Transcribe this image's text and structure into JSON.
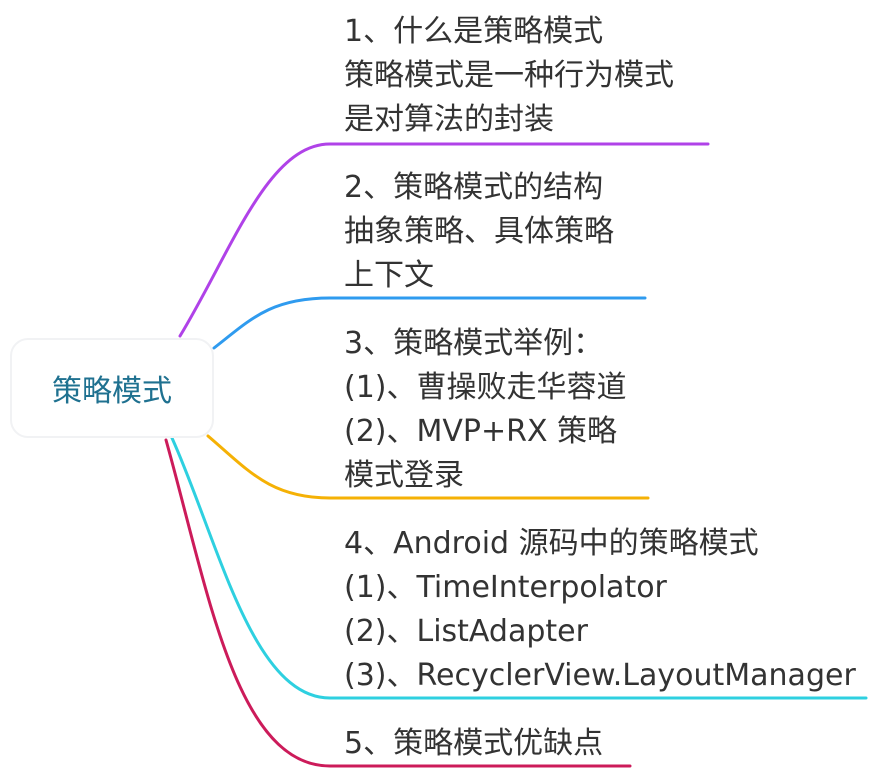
{
  "root": {
    "label": "策略模式",
    "text_color": "#1f7190"
  },
  "branches": [
    {
      "color": "#b042e8",
      "lines": [
        "1、什么是策略模式",
        "策略模式是一种行为模式",
        "是对算法的封装"
      ]
    },
    {
      "color": "#2f9bef",
      "lines": [
        "2、策略模式的结构",
        "抽象策略、具体策略",
        "上下文"
      ]
    },
    {
      "color": "#f5b105",
      "lines": [
        "3、策略模式举例：",
        "(1)、曹操败走华蓉道",
        "(2)、MVP+RX 策略",
        "模式登录"
      ]
    },
    {
      "color": "#2ed0e0",
      "lines": [
        "4、Android 源码中的策略模式",
        "(1)、TimeInterpolator",
        "(2)、ListAdapter",
        "(3)、RecyclerView.LayoutManager"
      ]
    },
    {
      "color": "#cc1b5a",
      "lines": [
        "5、策略模式优缺点"
      ]
    }
  ]
}
